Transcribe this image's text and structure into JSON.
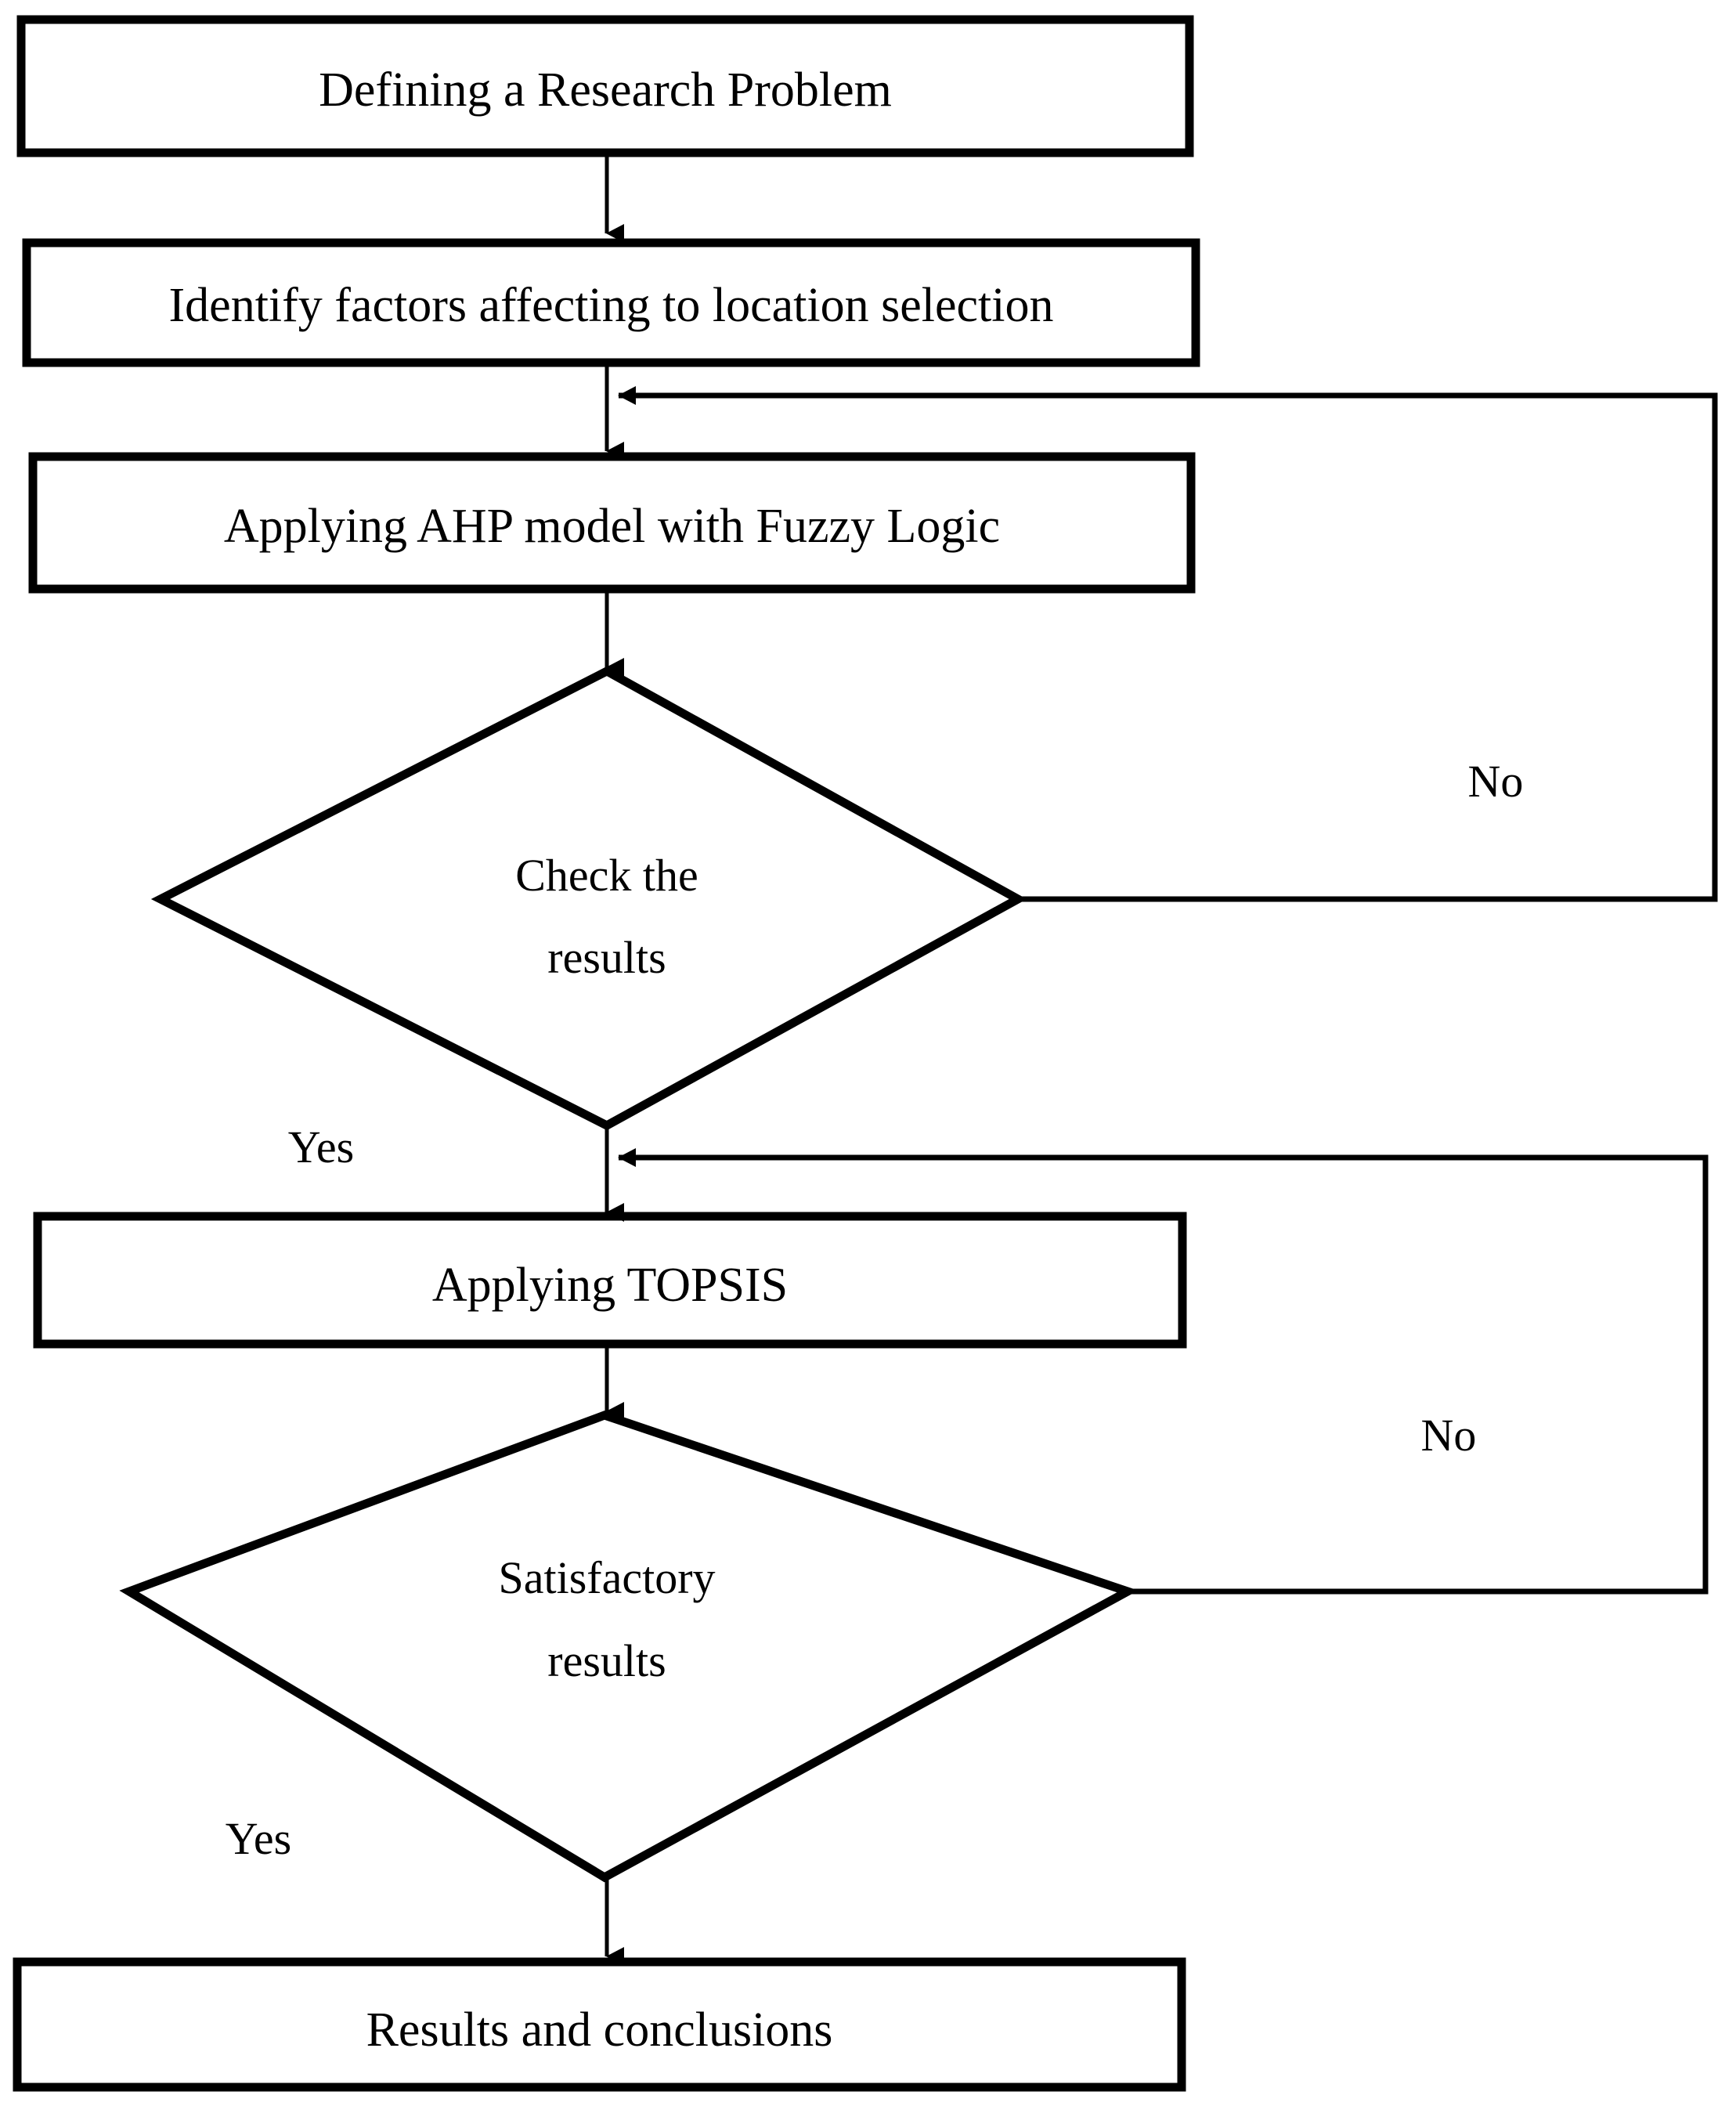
{
  "diagram": {
    "type": "flowchart",
    "title": "Research methodology flowchart",
    "orientation": "top-to-bottom",
    "line_color": "#000000",
    "background_color": "#ffffff",
    "text_color": "#000000",
    "nodes": [
      {
        "id": "n1",
        "shape": "process",
        "label": "Defining a Research Problem"
      },
      {
        "id": "n2",
        "shape": "process",
        "label": "Identify factors affecting to location selection"
      },
      {
        "id": "n3",
        "shape": "process",
        "label": "Applying AHP model with Fuzzy Logic"
      },
      {
        "id": "n4",
        "shape": "decision",
        "label_line1": "Check the",
        "label_line2": "results"
      },
      {
        "id": "n5",
        "shape": "process",
        "label": "Applying TOPSIS"
      },
      {
        "id": "n6",
        "shape": "decision",
        "label_line1": "Satisfactory",
        "label_line2": "results"
      },
      {
        "id": "n7",
        "shape": "process",
        "label": "Results and conclusions"
      }
    ],
    "edges": [
      {
        "from": "n1",
        "to": "n2",
        "label": ""
      },
      {
        "from": "n2",
        "to": "n3",
        "label": ""
      },
      {
        "from": "n3",
        "to": "n4",
        "label": ""
      },
      {
        "from": "n4",
        "to": "n3",
        "label": "No",
        "routing": "right-loop-up"
      },
      {
        "from": "n4",
        "to": "n5",
        "label": "Yes",
        "routing": "down"
      },
      {
        "from": "n5",
        "to": "n6",
        "label": ""
      },
      {
        "from": "n6",
        "to": "n5",
        "label": "No",
        "routing": "right-loop-up"
      },
      {
        "from": "n6",
        "to": "n7",
        "label": "Yes",
        "routing": "down"
      }
    ],
    "edge_labels": {
      "no_upper": "No",
      "yes_upper": "Yes",
      "no_lower": "No",
      "yes_lower": "Yes"
    }
  }
}
